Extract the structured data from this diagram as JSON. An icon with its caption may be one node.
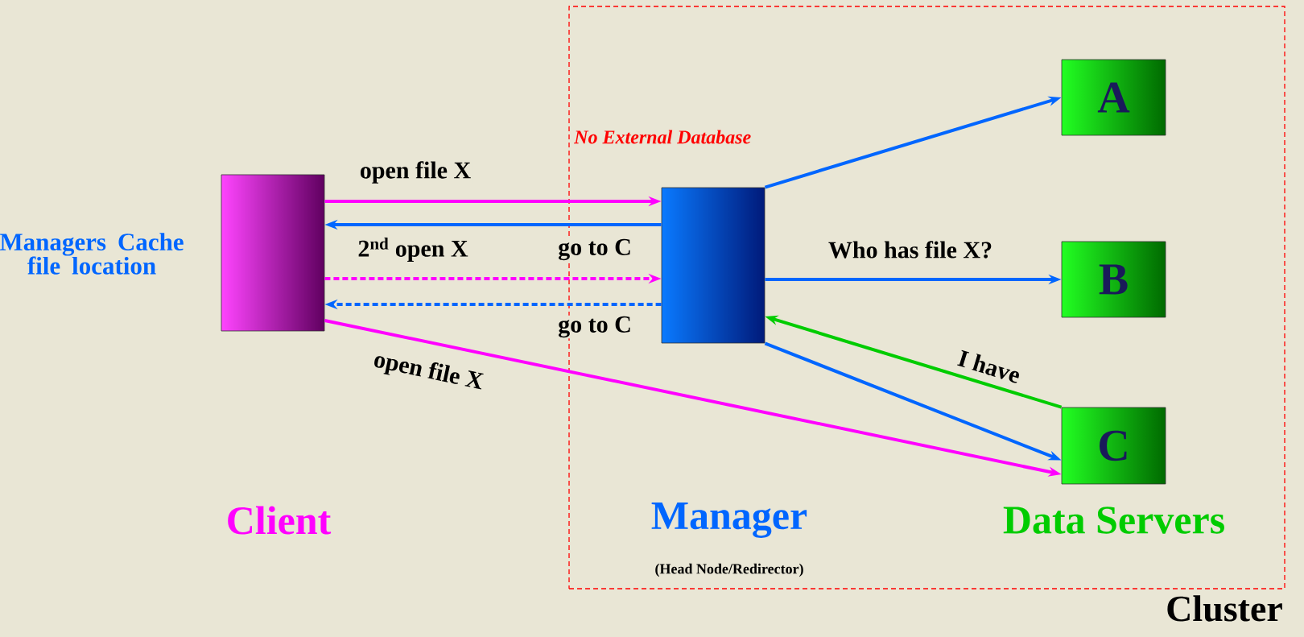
{
  "diagram": {
    "nodes": [
      {
        "text": [
          "Cluster"
        ]
      },
      {
        "text": [],
        "shape": "box"
      },
      {
        "text": [],
        "shape": "box",
        "in": 0,
        "beside": [
          "Manager",
          "(Head Node/Redirector)"
        ]
      },
      {
        "text": [
          "A"
        ],
        "in": 0
      },
      {
        "text": [
          "B"
        ],
        "in": 0
      },
      {
        "text": [
          "C"
        ],
        "in": 0
      }
    ],
    "edges": [
      {
        "from": 1,
        "to": 2,
        "arrow": "to",
        "label": "open file X",
        "color": "#ff00ff"
      },
      {
        "from": 2,
        "to": 1,
        "arrow": "to",
        "label": "go to C"
      },
      {
        "from": 1,
        "to": 2,
        "arrow": "to",
        "label": "2$^{nd}$ open X",
        "style": "dashed",
        "color": "#ff00ff"
      },
      {
        "from": 2,
        "to": 1,
        "arrow": "to",
        "label": "go to C",
        "style": "dashed"
      },
      {
        "from": 2,
        "to": 3,
        "arrow": "to"
      },
      {
        "from": 2,
        "to": 4,
        "arrow": "to",
        "label": "Who has file X?"
      },
      {
        "from": 2,
        "to": 5,
        "arrow": "to"
      },
      {
        "from": 5,
        "to": 2,
        "arrow": "to",
        "label": "I have",
        "color": "#00cc00"
      },
      {
        "from": 1,
        "to": 5,
        "arrow": "to",
        "label": "open file X",
        "color": "#ff00ff"
      }
    ],
    "labels": [
      "No External Database",
      "Managers Cache file location",
      "Client",
      "Data Servers"
    ]
  }
}
